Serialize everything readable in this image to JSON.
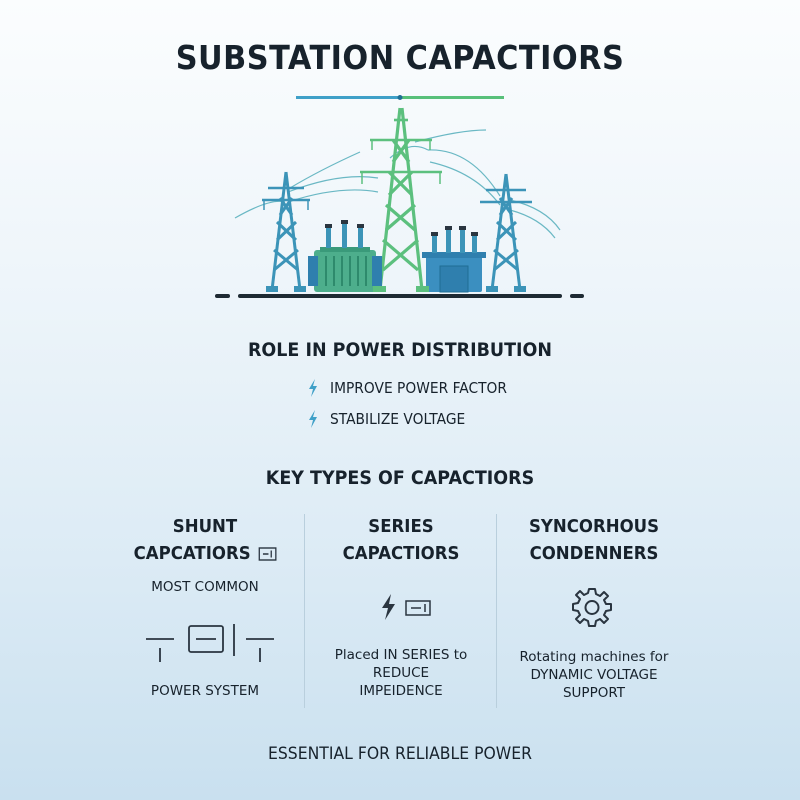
{
  "header": {
    "title": "SUBSTATION CAPACTIORS"
  },
  "colors": {
    "accent_blue": "#3fa0c8",
    "accent_green": "#58c07a",
    "dark_text": "#17222c",
    "icon_stroke": "#2a3540"
  },
  "role": {
    "heading": "ROLE IN POWER DISTRIBUTION",
    "items": [
      {
        "icon": "lightning-bolt-icon",
        "label": "IMPROVE POWER FACTOR"
      },
      {
        "icon": "lightning-bolt-icon",
        "label": "STABILIZE VOLTAGE"
      }
    ]
  },
  "types": {
    "heading": "KEY TYPES OF CAPACTIORS",
    "columns": [
      {
        "title_line1": "SHUNT",
        "title_line2": "CAPCATIORS",
        "title_icon": "capacitor-icon",
        "subtitle": "MOST COMMON",
        "diagram_icon": "capacitor-circuit-icon",
        "caption": "POWER SYSTEM"
      },
      {
        "title_line1": "SERIES",
        "title_line2": "CAPACTIORS",
        "icon": "bolt-capacitor-icon",
        "desc_line1": "Placed IN SERIES to",
        "desc_line2": "REDUCE",
        "desc_line3": "IMPEIDENCE"
      },
      {
        "title_line1": "SYNCORHOUS",
        "title_line2": "CONDENNERS",
        "icon": "gear-icon",
        "desc_line1": "Rotating machines for",
        "desc_line2": "DYNAMIC VOLTAGE SUPPORT"
      }
    ]
  },
  "footer": {
    "text": "ESSENTIAL FOR RELIABLE POWER"
  }
}
